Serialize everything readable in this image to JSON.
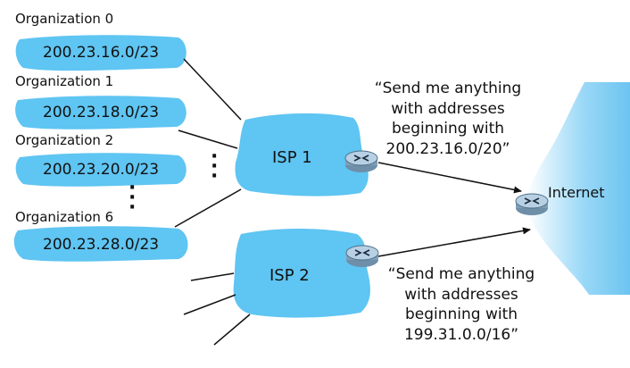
{
  "organizations": [
    {
      "name": "Organization 0",
      "prefix": "200.23.16.0/23"
    },
    {
      "name": "Organization 1",
      "prefix": "200.23.18.0/23"
    },
    {
      "name": "Organization 2",
      "prefix": "200.23.20.0/23"
    },
    {
      "name": "Organization 6",
      "prefix": "200.23.28.0/23"
    }
  ],
  "isps": [
    {
      "name": "ISP 1"
    },
    {
      "name": "ISP 2"
    }
  ],
  "internet": {
    "label": "Internet"
  },
  "announcements": [
    {
      "lines": [
        "“Send me anything",
        "with addresses",
        "beginning with",
        "200.23.16.0/20”"
      ]
    },
    {
      "lines": [
        "“Send me anything",
        "with addresses",
        "beginning with",
        "199.31.0.0/16”"
      ]
    }
  ],
  "colors": {
    "cloud": "#5fc5f2",
    "internet_cloud": "#8ed3f6",
    "router_body": "#8fb0c8",
    "line": "#111111"
  }
}
